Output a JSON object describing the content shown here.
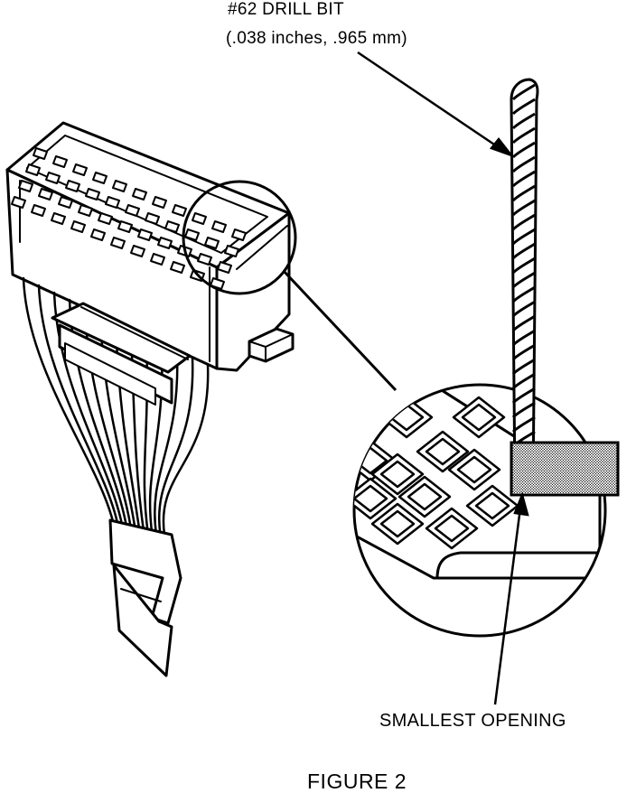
{
  "labels": {
    "drill_bit": "#62 DRILL BIT",
    "drill_dims": "(.038 inches, .965 mm)",
    "smallest_opening": "SMALLEST OPENING",
    "figure_caption": "FIGURE 2"
  }
}
